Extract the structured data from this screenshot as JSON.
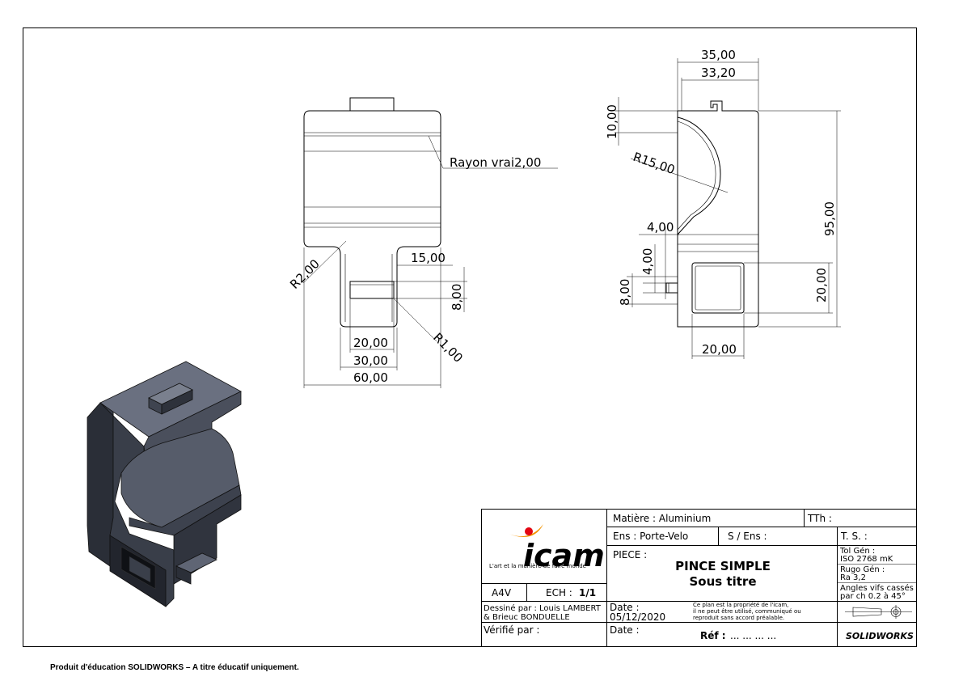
{
  "front_view": {
    "dim_rayon": "Rayon vrai2,00",
    "dim_r2": "R2,00",
    "dim_15": "15,00",
    "dim_8": "8,00",
    "dim_r1": "R1,00",
    "dim_20": "20,00",
    "dim_30": "30,00",
    "dim_60": "60,00"
  },
  "side_view": {
    "dim_35": "35,00",
    "dim_33_2": "33,20",
    "dim_10": "10,00",
    "dim_r15": "R15,00",
    "dim_4_top": "4,00",
    "dim_4_vert": "4,00",
    "dim_8": "8,00",
    "dim_95": "95,00",
    "dim_20_vert": "20,00",
    "dim_20_bottom": "20,00"
  },
  "title_block": {
    "logo_text": "icam",
    "logo_slogan": "L'art et la manière de faire monde",
    "format": "A4V",
    "scale_label": "ECH : ",
    "scale_value": "1/1",
    "material": "Matière : Aluminium",
    "tth": "TTh :",
    "ensemble": "Ens : Porte-Velo",
    "sub_ensemble": "S / Ens :",
    "ts": "T. S. :",
    "piece_label": "PIECE :",
    "piece_name": "PINCE SIMPLE",
    "piece_subtitle": "Sous titre",
    "tol_line1": "Tol Gén :",
    "tol_line2": "ISO 2768 mK",
    "rugo_line1": "Rugo Gén :",
    "rugo_line2": "Ra 3,2",
    "angles_line1": "Angles vifs cassés",
    "angles_line2": "par ch 0.2 à 45°",
    "drawn_by_line1": "Dessiné par : Louis LAMBERT",
    "drawn_by_line2": "& Brieuc BONDUELLE",
    "date_label": "Date :",
    "date_value": "05/12/2020",
    "notice_line1": "Ce plan est la propriété de l'icam,",
    "notice_line2": "il ne peut être utilisé, communiqué ou",
    "notice_line3": "reproduit sans accord préalable.",
    "checked_by": "Vérifié par :",
    "date2_label": "Date :",
    "ref_label": "Réf :",
    "ref_value": "... ... ... ...",
    "software": "SOLIDWORKS"
  },
  "footer": {
    "text": "Produit d'éducation SOLIDWORKS – A titre éducatif uniquement."
  },
  "colors": {
    "line": "#000000",
    "logo_orange": "#f39200",
    "logo_red": "#e30613",
    "part_top": "#5b6170",
    "part_side": "#2e323b",
    "part_dark": "#1c1f26"
  }
}
